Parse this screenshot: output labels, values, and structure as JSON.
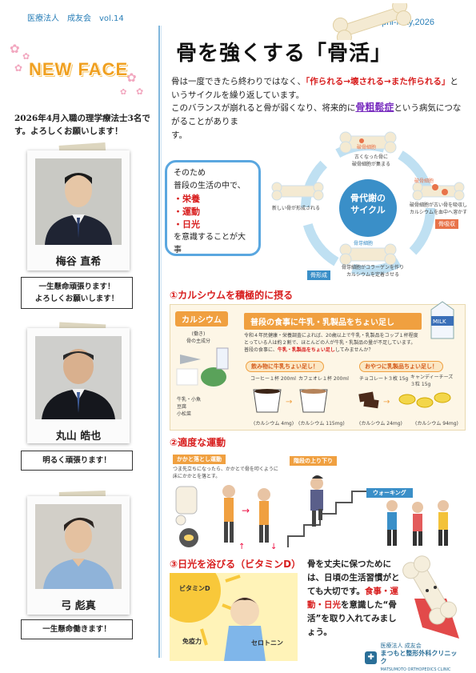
{
  "header": {
    "org": "医療法人　成友会　vol.14",
    "issue": "April-May,2026"
  },
  "left": {
    "banner": "NEW FACE",
    "intro": "2026年4月入職の理学療法士3名です。よろしくお願いします！",
    "staff": [
      {
        "name": "梅谷 直希",
        "message": [
          "一生懸命頑張ります！",
          "よろしくお願いします！"
        ]
      },
      {
        "name": "丸山 皓也",
        "message": [
          "明るく頑張ります！"
        ]
      },
      {
        "name": "弓 彪真",
        "message": [
          "一生懸命働きます！"
        ]
      }
    ]
  },
  "article": {
    "title": "骨を強くする「骨活」",
    "p1_a": "骨は一度できたら終わりではなく、",
    "p1_red": "「作られる→壊される→また作られる」",
    "p1_b": "というサイクルを繰り返しています。",
    "p2_a": "このバランスが崩れると骨が弱くなり、将来的に",
    "p2_purple": "骨粗鬆症",
    "p2_b": "という病気につながることがありま",
    "p2_c": "す。",
    "callout": {
      "l1": "そのため",
      "l2": "普段の生活の中で、",
      "item1": "・栄養",
      "item2": "・運動",
      "item3": "・日光",
      "l3": "を意識することが大事"
    },
    "cycle": {
      "center1": "骨代謝の",
      "center2": "サイクル",
      "top_label": "破骨細胞",
      "top_text1": "古くなった骨に",
      "top_text2": "破骨細胞が集まる",
      "right_label": "破骨細胞",
      "right_text1": "破骨細胞が古い骨を吸収し",
      "right_text2": "カルシウムを血中へ溶かす",
      "right_tag": "骨吸収",
      "bottom_label": "骨芽細胞",
      "bottom_text1": "骨芽細胞がコラーゲンを作り",
      "bottom_text2": "カルシウムを定着させる",
      "left_tag": "骨形成",
      "left_text": "新しい骨が形成される"
    },
    "sec1": "①カルシウムを積極的に摂る",
    "calcium": {
      "tag": "カルシウム",
      "sub1": "(働き)",
      "sub2": "骨の主成分",
      "foods": [
        "牛乳・小魚",
        "豆腐",
        "小松菜"
      ],
      "banner": "普段の食事に牛乳・乳製品をちょい足し",
      "text1": "令和４年民健康・栄養調査によれば、20歳以上で牛乳・乳製品をコップ１杯程度",
      "text2": "とっている人は約２割で、ほとんどの人が牛乳・乳製品の量が不足しています。",
      "text3_a": "普段の食事に、",
      "text3_red": "牛乳・乳製品をちょい足し",
      "text3_b": "してみませんか？",
      "drink_tag": "飲み物に牛乳ちょい足し！",
      "snack_tag": "おやつに乳製品ちょい足し！",
      "coffee": "コーヒー１杯 200ml",
      "latte": "カフェオレ１杯 200ml",
      "choco": "チョコレート３枚 15g",
      "cheese": "キャンディーチーズ３粒 15g",
      "ca1": "(カルシウム 4mg)",
      "ca2": "(カルシウム 115mg)",
      "ca3": "(カルシウム 24mg)",
      "ca4": "(カルシウム 94mg)",
      "milk_label": "MILK"
    },
    "sec2": "②適度な運動",
    "exercise": {
      "heel_tag": "かかと落とし運動",
      "heel_text1": "つま先立ちになったら、かかとで骨を叩くように",
      "heel_text2": "床にかかとを落とす。",
      "stairs_tag": "階段の上り下り",
      "walk_tag": "ウォーキング"
    },
    "sec3": "③日光を浴びる（ビタミンD）",
    "sun": {
      "vitd": "ビタミンD",
      "immune": "免疫力",
      "serotonin": "セロトニン"
    },
    "closing": {
      "a": "骨を丈夫に保つためには、日頃の生活習慣がとても大切です。",
      "red": "食事・運動・日光",
      "b": "を意識した“骨活”を取り入れてみましょう。"
    },
    "clinic": {
      "small": "医療法人 成友会",
      "name": "まつもと整形外科クリニック",
      "en": "MATSUMOTO ORTHOPEDICS CLINIC"
    }
  }
}
